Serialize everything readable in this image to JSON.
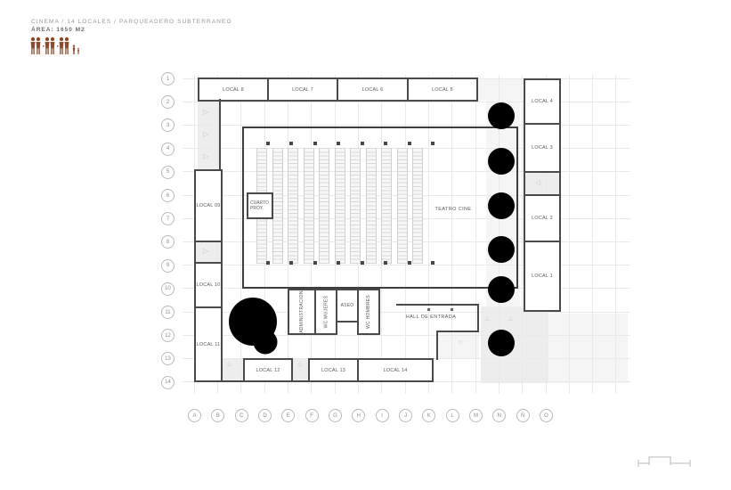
{
  "header": {
    "title": "CINEMA / 14 LOCALES / PARQUEADERO SUBTERRANEO",
    "area_label": "ÁREA: 1650 M2"
  },
  "axes": {
    "rows": [
      "1",
      "2",
      "3",
      "4",
      "5",
      "6",
      "7",
      "8",
      "9",
      "10",
      "11",
      "12",
      "13",
      "14"
    ],
    "cols": [
      "A",
      "B",
      "C",
      "D",
      "E",
      "F",
      "G",
      "H",
      "I",
      "J",
      "K",
      "L",
      "M",
      "N",
      "Ñ",
      "O"
    ]
  },
  "locales": {
    "top": [
      "LOCAL 8",
      "LOCAL 7",
      "LOCAL 6",
      "LOCAL 5"
    ],
    "right": [
      "LOCAL 4",
      "LOCAL 3",
      "LOCAL 2",
      "LOCAL 1"
    ],
    "left": [
      "LOCAL 09",
      "LOCAL 10",
      "LOCAL 11"
    ],
    "bottom": [
      "LOCAL 12",
      "LOCAL 13",
      "LOCAL 14"
    ]
  },
  "rooms": {
    "theater": "TEATRO CINE",
    "projection": "CUARTO PROY.",
    "administration": "ADMINISTRACION",
    "wc_women": "WC MUJERES",
    "cleaning": "ASEO",
    "wc_men": "WC HOMBRES",
    "hall": "HALL DE ENTRADA"
  },
  "colors": {
    "wall": "#4a4a4a",
    "paving": "#ededed",
    "grid": "#e9e9e9",
    "label": "#585858",
    "tree_gray": "#9b9b9b",
    "tree_green_fill": "#d4d68e",
    "tree_green_stroke": "#787c34",
    "people": "#8d4a2c"
  }
}
